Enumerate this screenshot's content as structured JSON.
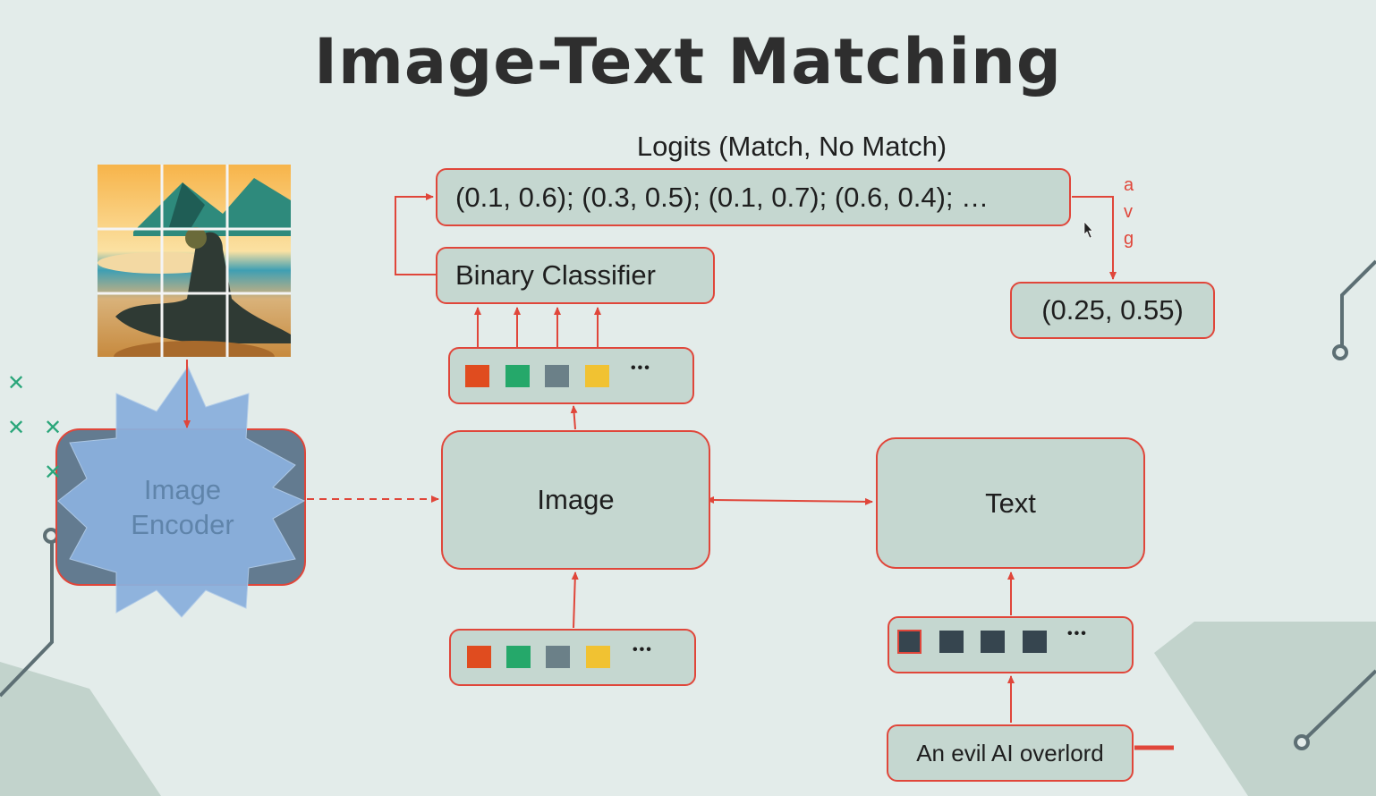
{
  "title": "Image-Text Matching",
  "logits_label": "Logits (Match, No Match)",
  "logits_values": "(0.1, 0.6); (0.3, 0.5); (0.1, 0.7); (0.6, 0.4); …",
  "avg_letters": [
    "a",
    "v",
    "g"
  ],
  "average_result": "(0.25, 0.55)",
  "binary_classifier": "Binary Classifier",
  "image_encoder": {
    "line1": "Image",
    "line2": "Encoder"
  },
  "image_block": "Image",
  "text_block": "Text",
  "text_input": "An evil AI overlord",
  "ellipsis": "•••",
  "colors": {
    "accent": "#e0463a",
    "box_fill": "#c5d7d0",
    "token_orange": "#e04c1f",
    "token_green": "#25a86a",
    "token_gray": "#6b8088",
    "token_yellow": "#f1c232",
    "token_dark": "#36454f",
    "encoder_star": "#8bb0dd",
    "encoder_frame": "#637b90"
  }
}
